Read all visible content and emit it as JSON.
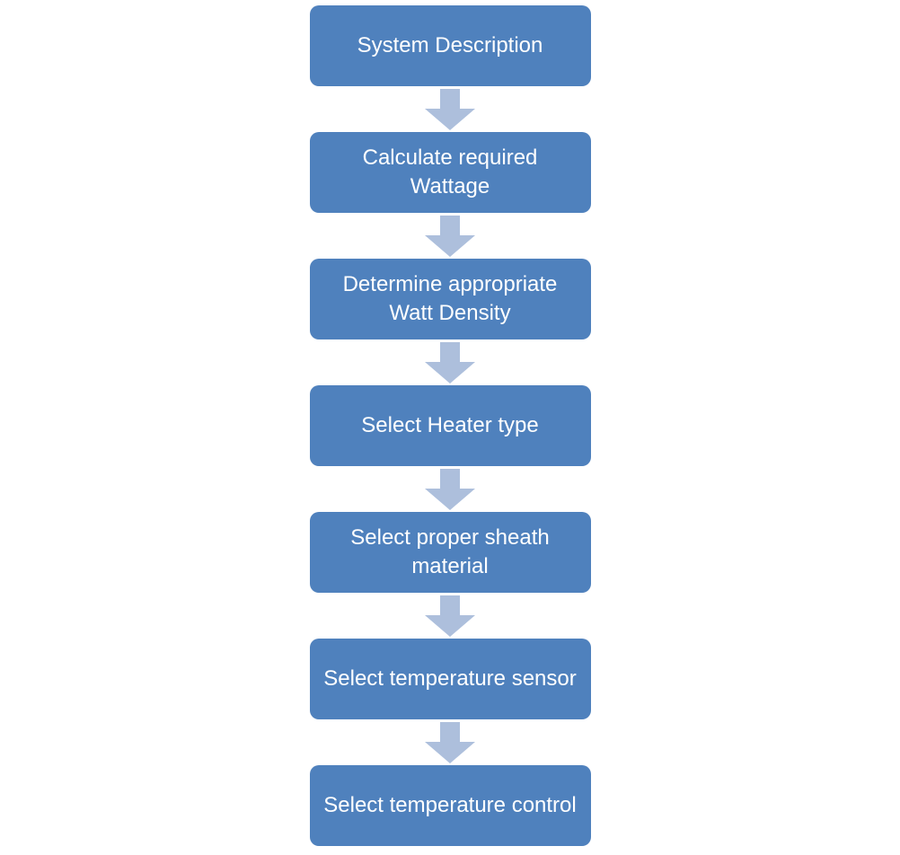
{
  "diagram": {
    "type": "flowchart-vertical",
    "title": "",
    "steps": [
      {
        "label": "System Description"
      },
      {
        "label": "Calculate required Wattage"
      },
      {
        "label": "Determine appropriate Watt Density"
      },
      {
        "label": "Select Heater type"
      },
      {
        "label": "Select proper sheath material"
      },
      {
        "label": "Select temperature sensor"
      },
      {
        "label": "Select temperature control"
      }
    ],
    "connector": "down-arrow",
    "colors": {
      "node_fill": "#4f81bd",
      "node_text": "#ffffff",
      "arrow_fill": "#adbfdc",
      "background": "#ffffff"
    }
  }
}
